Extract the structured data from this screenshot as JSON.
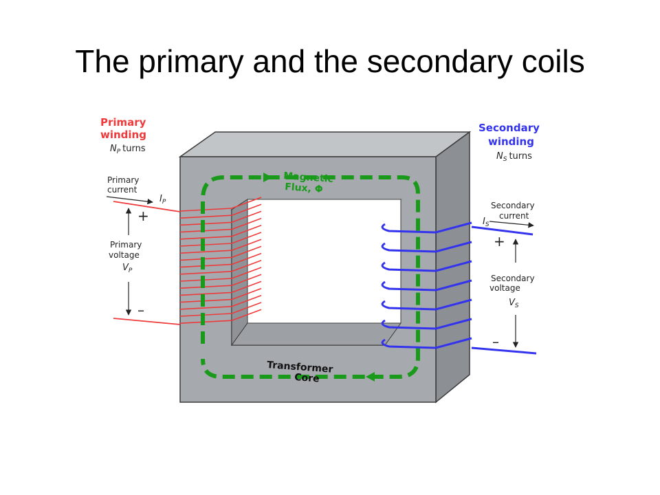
{
  "title": "The primary and the secondary coils",
  "diagram": {
    "primary": {
      "heading_line1": "Primary",
      "heading_line2": "winding",
      "turns_symbol": "N",
      "turns_sub": "P",
      "turns_text": "turns",
      "current_line1": "Primary",
      "current_line2": "current",
      "current_symbol": "I",
      "current_sub": "P",
      "voltage_line1": "Primary",
      "voltage_line2": "voltage",
      "voltage_symbol": "V",
      "voltage_sub": "P",
      "plus": "+",
      "minus": "–"
    },
    "secondary": {
      "heading_line1": "Secondary",
      "heading_line2": "winding",
      "turns_symbol": "N",
      "turns_sub": "S",
      "turns_text": "turns",
      "current_line1": "Secondary",
      "current_line2": "current",
      "current_symbol": "I",
      "current_sub": "S",
      "voltage_line1": "Secondary",
      "voltage_line2": "voltage",
      "voltage_symbol": "V",
      "voltage_sub": "S",
      "plus": "+",
      "minus": "–"
    },
    "flux_line1": "Magnetic",
    "flux_line2": "Flux, Φ",
    "core_line1": "Transformer",
    "core_line2": "Core",
    "colors": {
      "primary": "#ee3a3a",
      "secondary": "#3333ee",
      "flux": "#1a9a1a",
      "core_front": "#a6aaae",
      "core_side": "#8c9094",
      "core_top": "#c2c5c8",
      "window": "#ffffff",
      "outline": "#3a3a3a"
    }
  }
}
